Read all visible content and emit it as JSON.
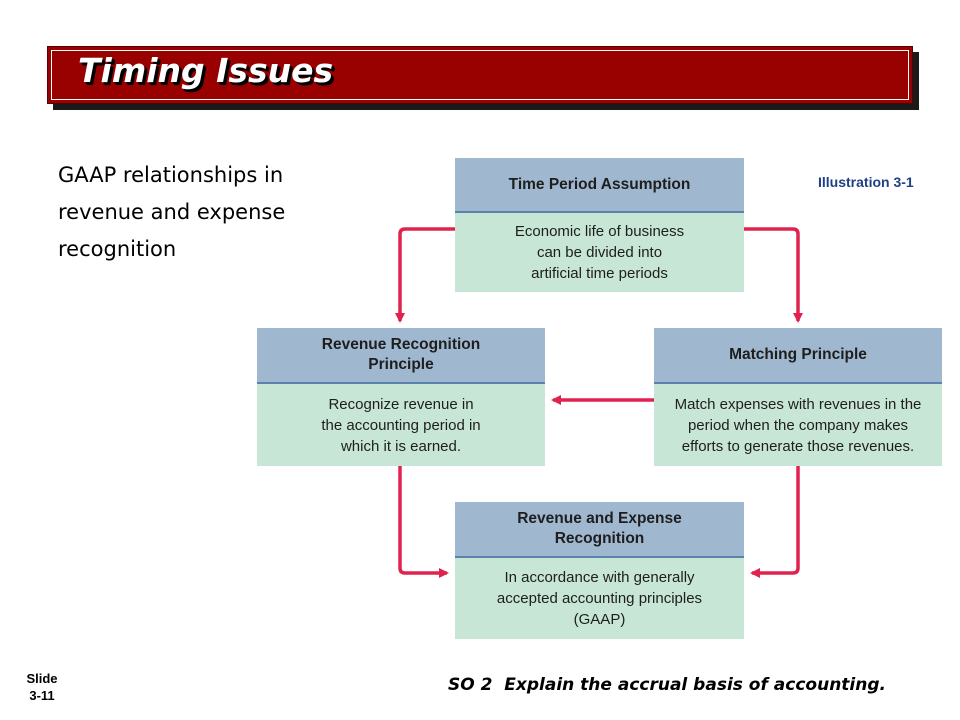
{
  "slide": {
    "title": "Timing Issues",
    "intro_lines": [
      "GAAP relationships in",
      "revenue and expense",
      "recognition"
    ],
    "illustration_label": "Illustration 3-1",
    "slide_number_lines": [
      "Slide",
      "3-11"
    ],
    "footer": "SO 2  Explain the accrual basis of accounting."
  },
  "diagram": {
    "boxes": {
      "time_period": {
        "title_lines": [
          "Time Period Assumption"
        ],
        "body_lines": [
          "Economic life of business",
          "can be divided into",
          "artificial time periods"
        ]
      },
      "revenue_recognition": {
        "title_lines": [
          "Revenue Recognition",
          "Principle"
        ],
        "body_lines": [
          "Recognize revenue  in",
          "the accounting period in",
          "which it is earned."
        ]
      },
      "matching": {
        "title_lines": [
          "Matching Principle"
        ],
        "body_lines": [
          "Match expenses with revenues in the",
          "period when the company makes",
          "efforts to generate those revenues."
        ]
      },
      "rev_exp_recognition": {
        "title_lines": [
          "Revenue and Expense",
          "Recognition"
        ],
        "body_lines": [
          "In accordance with generally",
          "accepted accounting principles",
          "(GAAP)"
        ]
      }
    },
    "arrow_color": "#e0234e",
    "header_color": "#9fb8cf",
    "body_color": "#c7e6d5",
    "title_bar_color": "#990000"
  }
}
